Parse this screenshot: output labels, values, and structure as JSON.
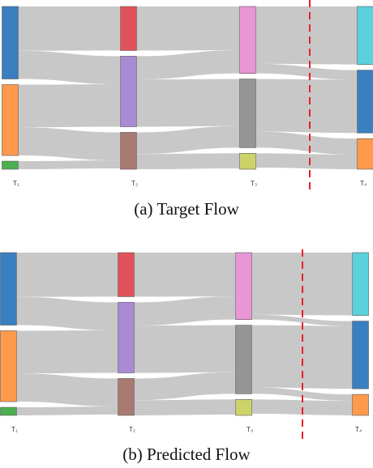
{
  "panels": [
    {
      "caption": "(a) Target Flow",
      "axis_labels": [
        "T₁",
        "T₂",
        "T₃",
        "T₄"
      ],
      "columns": [
        [
          {
            "name": "blue",
            "color": "#3a7fbf",
            "value": 90
          },
          {
            "name": "orange",
            "color": "#ff9a4d",
            "value": 88
          },
          {
            "name": "green",
            "color": "#4caf50",
            "value": 10
          }
        ],
        [
          {
            "name": "red",
            "color": "#e0525a",
            "value": 55
          },
          {
            "name": "purple",
            "color": "#a98bd4",
            "value": 88
          },
          {
            "name": "brown",
            "color": "#a87a72",
            "value": 46
          }
        ],
        [
          {
            "name": "pink",
            "color": "#e996d6",
            "value": 84
          },
          {
            "name": "gray",
            "color": "#959595",
            "value": 86
          },
          {
            "name": "olive",
            "color": "#cdd36a",
            "value": 20
          }
        ],
        [
          {
            "name": "cyan",
            "color": "#5ad1dc",
            "value": 72
          },
          {
            "name": "blue2",
            "color": "#3a7fbf",
            "value": 78
          },
          {
            "name": "orange2",
            "color": "#ff9a4d",
            "value": 38
          }
        ]
      ],
      "flows": [
        {
          "from": [
            0,
            0
          ],
          "to": [
            1,
            0
          ],
          "value": 55
        },
        {
          "from": [
            0,
            0
          ],
          "to": [
            1,
            1
          ],
          "value": 35
        },
        {
          "from": [
            0,
            1
          ],
          "to": [
            1,
            1
          ],
          "value": 53
        },
        {
          "from": [
            0,
            1
          ],
          "to": [
            1,
            2
          ],
          "value": 35
        },
        {
          "from": [
            0,
            2
          ],
          "to": [
            1,
            2
          ],
          "value": 10
        },
        {
          "from": [
            1,
            0
          ],
          "to": [
            2,
            0
          ],
          "value": 55
        },
        {
          "from": [
            1,
            1
          ],
          "to": [
            2,
            0
          ],
          "value": 29
        },
        {
          "from": [
            1,
            1
          ],
          "to": [
            2,
            1
          ],
          "value": 59
        },
        {
          "from": [
            1,
            2
          ],
          "to": [
            2,
            1
          ],
          "value": 27
        },
        {
          "from": [
            1,
            2
          ],
          "to": [
            2,
            2
          ],
          "value": 19
        },
        {
          "from": [
            2,
            0
          ],
          "to": [
            3,
            0
          ],
          "value": 72
        },
        {
          "from": [
            2,
            0
          ],
          "to": [
            3,
            1
          ],
          "value": 12
        },
        {
          "from": [
            2,
            1
          ],
          "to": [
            3,
            1
          ],
          "value": 66
        },
        {
          "from": [
            2,
            1
          ],
          "to": [
            3,
            2
          ],
          "value": 20
        },
        {
          "from": [
            2,
            2
          ],
          "to": [
            3,
            2
          ],
          "value": 18
        }
      ],
      "cutoff_after_column": 2
    },
    {
      "caption": "(b) Predicted Flow",
      "axis_labels": [
        "T₁",
        "T₂",
        "T₃",
        "T₄"
      ],
      "columns": [
        [
          {
            "name": "blue",
            "color": "#3a7fbf",
            "value": 90
          },
          {
            "name": "orange",
            "color": "#ff9a4d",
            "value": 88
          },
          {
            "name": "green",
            "color": "#4caf50",
            "value": 10
          }
        ],
        [
          {
            "name": "red",
            "color": "#e0525a",
            "value": 55
          },
          {
            "name": "purple",
            "color": "#a98bd4",
            "value": 88
          },
          {
            "name": "brown",
            "color": "#a87a72",
            "value": 46
          }
        ],
        [
          {
            "name": "pink",
            "color": "#e996d6",
            "value": 84
          },
          {
            "name": "gray",
            "color": "#959595",
            "value": 86
          },
          {
            "name": "olive",
            "color": "#cdd36a",
            "value": 20
          }
        ],
        [
          {
            "name": "cyan",
            "color": "#5ad1dc",
            "value": 78
          },
          {
            "name": "blue2",
            "color": "#3a7fbf",
            "value": 84
          },
          {
            "name": "orange2",
            "color": "#ff9a4d",
            "value": 26
          }
        ]
      ],
      "flows": [
        {
          "from": [
            0,
            0
          ],
          "to": [
            1,
            0
          ],
          "value": 55
        },
        {
          "from": [
            0,
            0
          ],
          "to": [
            1,
            1
          ],
          "value": 35
        },
        {
          "from": [
            0,
            1
          ],
          "to": [
            1,
            1
          ],
          "value": 53
        },
        {
          "from": [
            0,
            1
          ],
          "to": [
            1,
            2
          ],
          "value": 35
        },
        {
          "from": [
            0,
            2
          ],
          "to": [
            1,
            2
          ],
          "value": 10
        },
        {
          "from": [
            1,
            0
          ],
          "to": [
            2,
            0
          ],
          "value": 55
        },
        {
          "from": [
            1,
            1
          ],
          "to": [
            2,
            0
          ],
          "value": 29
        },
        {
          "from": [
            1,
            1
          ],
          "to": [
            2,
            1
          ],
          "value": 59
        },
        {
          "from": [
            1,
            2
          ],
          "to": [
            2,
            1
          ],
          "value": 27
        },
        {
          "from": [
            1,
            2
          ],
          "to": [
            2,
            2
          ],
          "value": 19
        },
        {
          "from": [
            2,
            0
          ],
          "to": [
            3,
            0
          ],
          "value": 78
        },
        {
          "from": [
            2,
            0
          ],
          "to": [
            3,
            1
          ],
          "value": 6
        },
        {
          "from": [
            2,
            1
          ],
          "to": [
            3,
            1
          ],
          "value": 78
        },
        {
          "from": [
            2,
            1
          ],
          "to": [
            3,
            2
          ],
          "value": 8
        },
        {
          "from": [
            2,
            2
          ],
          "to": [
            3,
            2
          ],
          "value": 18
        }
      ],
      "cutoff_after_column": 2
    }
  ],
  "colors": {
    "link": "#c8c8c8",
    "cutoff_line": "#e8202a",
    "node_stroke": "#555555"
  }
}
